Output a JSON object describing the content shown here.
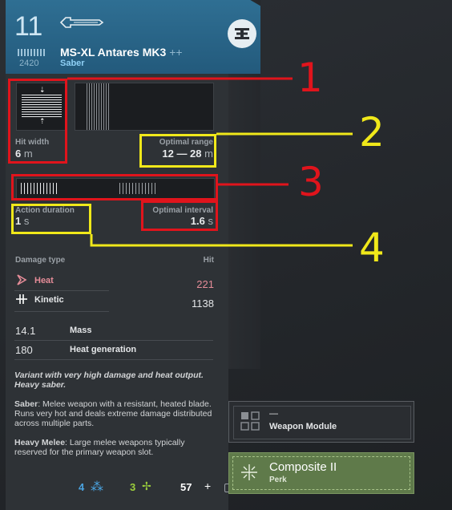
{
  "header": {
    "tier": "11",
    "score": "2420",
    "title": "MS-XL Antares MK3",
    "title_plus": "++",
    "subtitle": "Saber"
  },
  "stats": {
    "hit_width_label": "Hit width",
    "hit_width_value": "6",
    "hit_width_unit": "m",
    "optimal_range_label": "Optimal range",
    "optimal_range_value": "12 — 28",
    "optimal_range_unit": "m",
    "action_duration_label": "Action duration",
    "action_duration_value": "1",
    "action_duration_unit": "s",
    "optimal_interval_label": "Optimal interval",
    "optimal_interval_value": "1.6",
    "optimal_interval_unit": "s"
  },
  "annotations": {
    "n1": "1",
    "n2": "2",
    "n3": "3",
    "n4": "4"
  },
  "damage": {
    "type_label": "Damage type",
    "hit_label": "Hit",
    "heat_label": "Heat",
    "heat_value": "221",
    "kinetic_label": "Kinetic",
    "kinetic_value": "1138"
  },
  "props": {
    "mass_value": "14.1",
    "mass_label": "Mass",
    "heatgen_value": "180",
    "heatgen_label": "Heat generation"
  },
  "description": {
    "variant": "Variant with very high damage and heat output. Heavy saber.",
    "saber_name": "Saber",
    "saber_text": ": Melee weapon with a resistant, heated blade. Runs very hot and deals extreme damage distributed across multiple parts.",
    "heavy_name": "Heavy Melee",
    "heavy_text": ": Large melee weapons typically reserved for the primary weapon slot."
  },
  "footer": {
    "blue_count": "4",
    "green_count": "3",
    "white_count": "57"
  },
  "modules": {
    "weapon_dash": "—",
    "weapon_label": "Weapon Module",
    "perk_title": "Composite II",
    "perk_sub": "Perk"
  },
  "colors": {
    "heat": "#e58c98",
    "accent_blue": "#4aa3e0",
    "accent_green": "#9ccf3c",
    "perk_bg": "#5f7a4a"
  }
}
